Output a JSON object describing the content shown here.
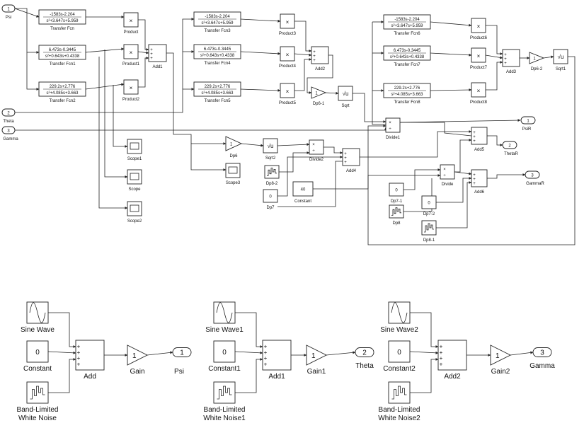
{
  "inports": [
    {
      "num": "1",
      "label": "Psi"
    },
    {
      "num": "2",
      "label": "Theta"
    },
    {
      "num": "3",
      "label": "Gamma"
    }
  ],
  "tf": [
    {
      "num": "-1583s-2.204",
      "den": "s²+3.647s+5.959",
      "label": "Transfer Fcn"
    },
    {
      "num": "6.473s-0.3445",
      "den": "s²+0.643s+0.4338",
      "label": "Transfer Fcn1"
    },
    {
      "num": "229.2s+2.776",
      "den": "s²+4.085s+3.663",
      "label": "Transfer Fcn2"
    },
    {
      "num": "-1583s-2.204",
      "den": "s²+3.647s+5.959",
      "label": "Transfer Fcn3"
    },
    {
      "num": "6.473s-0.3445",
      "den": "s²+0.643s+0.4338",
      "label": "Transfer Fcn4"
    },
    {
      "num": "229.2s+2.776",
      "den": "s²+4.085s+3.663",
      "label": "Transfer Fcn5"
    },
    {
      "num": "-1583s-2.204",
      "den": "s²+3.647s+5.959",
      "label": "Transfer Fcn6"
    },
    {
      "num": "6.473s-0.3445",
      "den": "s²+0.643s+0.4338",
      "label": "Transfer Fcn7"
    },
    {
      "num": "229.2s+2.776",
      "den": "s²+4.085s+3.663",
      "label": "Transfer Fcn8"
    }
  ],
  "products": [
    "Product",
    "Product1",
    "Product2",
    "Product3",
    "Product4",
    "Product5",
    "Product6",
    "Product7",
    "Product8"
  ],
  "sums": {
    "add1": "Add1",
    "add2": "Add2",
    "add3": "Add3",
    "add4": "Add4",
    "add5": "Add5",
    "add6": "Add6"
  },
  "gains": {
    "dp6_1": "Dp6-1",
    "dp6_2": "Dp6-2",
    "dp6": "Dp6",
    "gain_value": "1"
  },
  "sqrts": {
    "sqrt": "Sqrt",
    "sqrt1": "Sqrt1",
    "sqrt2": "Sqrt2",
    "symbol": "√u"
  },
  "divides": {
    "divide1": "Divide1",
    "divide2": "Divide2",
    "divide": "Divide"
  },
  "scopes": [
    "Scope1",
    "Scope",
    "Scope2",
    "Scope3"
  ],
  "constants": {
    "dp7": {
      "value": "0",
      "label": "Dp7"
    },
    "constant": {
      "value": "40",
      "label": "Constant"
    },
    "dp7_1": {
      "value": "0",
      "label": "Dp7-1"
    },
    "dp7_2": {
      "value": "0",
      "label": "Dp7-2"
    }
  },
  "noise_small": {
    "dp8_2": "Dp8-2",
    "dp8": "Dp8",
    "dp8_1": "Dp8-1"
  },
  "outports": [
    {
      "num": "1",
      "label": "PsiR"
    },
    {
      "num": "2",
      "label": "ThetaR"
    },
    {
      "num": "3",
      "label": "GammaR"
    }
  ],
  "bottom": [
    {
      "sine": "Sine Wave",
      "const_value": "0",
      "const": "Constant",
      "sum": "Add",
      "gain": "Gain",
      "gain_value": "1",
      "noise1": "Band-Limited",
      "noise2": "White Noise",
      "out_num": "1",
      "out_label": "Psi"
    },
    {
      "sine": "Sine Wave1",
      "const_value": "0",
      "const": "Constant1",
      "sum": "Add1",
      "gain": "Gain1",
      "gain_value": "1",
      "noise1": "Band-Limited",
      "noise2": "White Noise1",
      "out_num": "2",
      "out_label": "Theta"
    },
    {
      "sine": "Sine Wave2",
      "const_value": "0",
      "const": "Constant2",
      "sum": "Add2",
      "gain": "Gain2",
      "gain_value": "1",
      "noise1": "Band-Limited",
      "noise2": "White Noise2",
      "out_num": "3",
      "out_label": "Gamma"
    }
  ],
  "symbols": {
    "times": "×",
    "divide": "÷",
    "plus": "+"
  }
}
